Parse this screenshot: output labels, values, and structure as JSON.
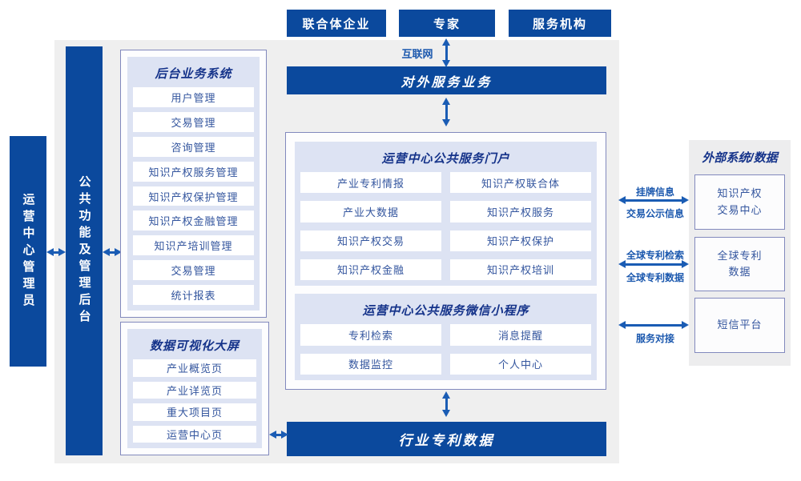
{
  "colors": {
    "dark_blue": "#0b499d",
    "arrow_blue": "#1a5cb4",
    "panel_lavender": "#dde3f3",
    "border_blue": "#8289bd",
    "title_navy": "#15338a",
    "item_text_blue": "#33559e",
    "label_blue": "#1b58ae",
    "background_gray": "#efefef"
  },
  "top_actors": [
    "联合体企业",
    "专家",
    "服务机构"
  ],
  "internet_label": "互联网",
  "left_bars": {
    "operator": "运营中心管理员",
    "backend": "公共功能及管理后台"
  },
  "backend_system": {
    "title": "后台业务系统",
    "items": [
      "用户管理",
      "交易管理",
      "咨询管理",
      "知识产权服务管理",
      "知识产权保护管理",
      "知识产权金融管理",
      "知识产培训管理",
      "交易管理",
      "统计报表"
    ]
  },
  "dashboard": {
    "title": "数据可视化大屏",
    "items": [
      "产业概览页",
      "产业详览页",
      "重大项目页",
      "运营中心页"
    ]
  },
  "service_bar": "对外服务业务",
  "portal": {
    "title": "运营中心公共服务门户",
    "items": [
      "产业专利情报",
      "知识产权联合体",
      "产业大数据",
      "知识产权服务",
      "知识产权交易",
      "知识产权保护",
      "知识产权金融",
      "知识产权培训"
    ]
  },
  "miniprogram": {
    "title": "运营中心公共服务微信小程序",
    "items": [
      "专利检索",
      "消息提醒",
      "数据监控",
      "个人中心"
    ]
  },
  "patent_bar": "行业专利数据",
  "external": {
    "title": "外部系统/数据",
    "systems": [
      "知识产权\n交易中心",
      "全球专利\n数据",
      "短信平台"
    ],
    "links": [
      {
        "top": "挂牌信息",
        "bottom": "交易公示信息"
      },
      {
        "top": "全球专利检索",
        "bottom": "全球专利数据"
      },
      {
        "top": "",
        "bottom": "服务对接"
      }
    ]
  }
}
